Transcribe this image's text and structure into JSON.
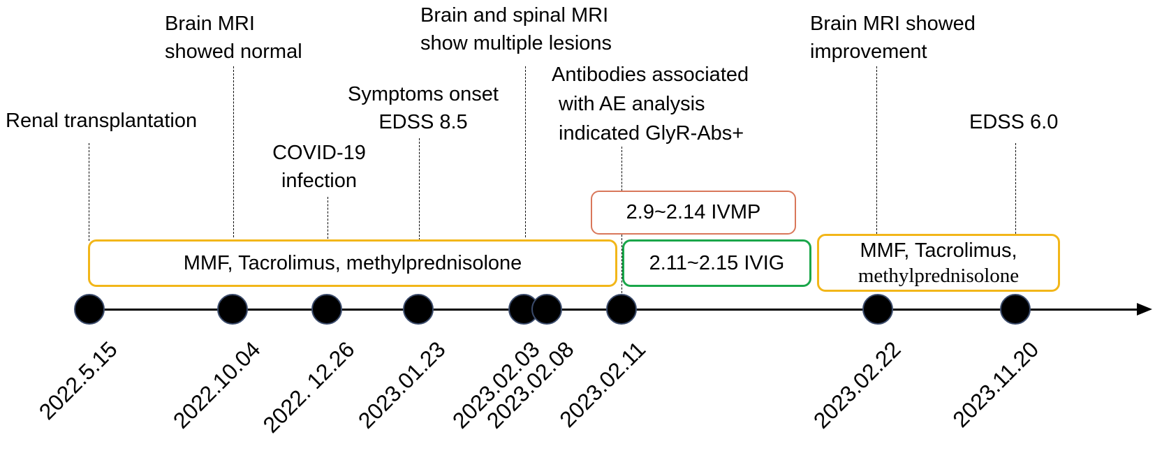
{
  "events": [
    {
      "id": "renal",
      "label": [
        "Renal transplantation"
      ],
      "date": "2022.5.15"
    },
    {
      "id": "mri-normal",
      "label": [
        "Brain MRI",
        "showed normal"
      ],
      "date": "2022.10.04"
    },
    {
      "id": "covid",
      "label": [
        "COVID-19",
        "infection"
      ],
      "date": "2022. 12.26"
    },
    {
      "id": "onset",
      "label": [
        "Symptoms onset",
        "EDSS 8.5"
      ],
      "date": "2023.01.23"
    },
    {
      "id": "mri-lesions",
      "label": [
        "Brain and spinal MRI",
        "show multiple lesions"
      ],
      "date": "2023.02.03"
    },
    {
      "id": "d0208",
      "label": [],
      "date": "2023.02.08"
    },
    {
      "id": "antibodies",
      "label": [
        "Antibodies associated",
        "with AE analysis",
        "indicated GlyR-Abs+"
      ],
      "date": "2023.02.11"
    },
    {
      "id": "mri-improve",
      "label": [
        "Brain MRI showed",
        "improvement"
      ],
      "date": "2023.02.22"
    },
    {
      "id": "edss6",
      "label": [
        "EDSS 6.0"
      ],
      "date": "2023.11.20"
    }
  ],
  "treatments": {
    "mmf1": [
      "MMF, Tacrolimus, methylprednisolone"
    ],
    "ivmp": [
      "2.9~2.14 IVMP"
    ],
    "ivig": [
      "2.11~2.15 IVIG"
    ],
    "mmf2": [
      "MMF, Tacrolimus,",
      "methylprednisolone"
    ]
  },
  "colors": {
    "maintenance_box": "#f2b619",
    "ivmp_box": "#d9775a",
    "ivig_box": "#1aa64a",
    "axis": "#000000",
    "marker": "#000000"
  }
}
